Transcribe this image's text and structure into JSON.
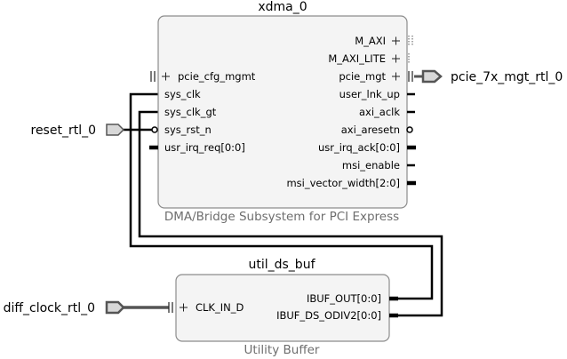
{
  "xdma": {
    "name": "xdma_0",
    "subtitle": "DMA/Bridge Subsystem for PCI Express",
    "left_pins": [
      "pcie_cfg_mgmt",
      "sys_clk",
      "sys_clk_gt",
      "sys_rst_n",
      "usr_irq_req[0:0]"
    ],
    "right_pins": [
      "M_AXI",
      "M_AXI_LITE",
      "pcie_mgt",
      "user_lnk_up",
      "axi_aclk",
      "axi_aresetn",
      "usr_irq_ack[0:0]",
      "msi_enable",
      "msi_vector_width[2:0]"
    ]
  },
  "util": {
    "name": "util_ds_buf",
    "subtitle": "Utility Buffer",
    "left_pins": [
      "CLK_IN_D"
    ],
    "right_pins": [
      "IBUF_OUT[0:0]",
      "IBUF_DS_ODIV2[0:0]"
    ]
  },
  "external_ports": {
    "reset": "reset_rtl_0",
    "pcie_mgt": "pcie_7x_mgt_rtl_0",
    "diff_clock": "diff_clock_rtl_0"
  }
}
